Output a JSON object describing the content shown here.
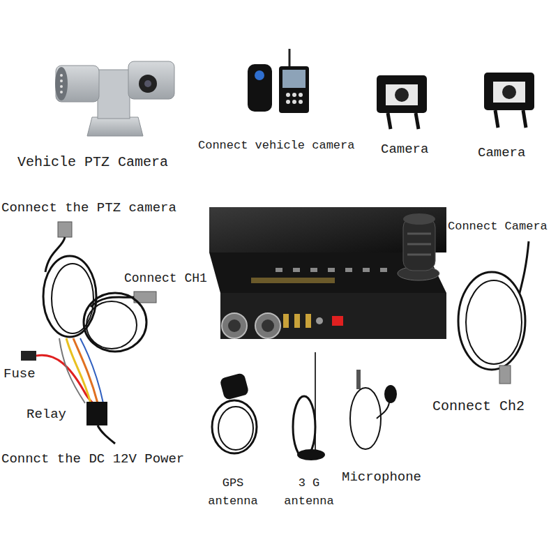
{
  "diagram": {
    "labels": [
      "Vehicle PTZ Camera",
      "Connect vehicle camera",
      "Camera",
      "Camera",
      "Connect the PTZ camera",
      "Connect CH1",
      "Connect Camera",
      "Fuse",
      "Relay",
      "Connct the DC 12V Power",
      "Connect Ch2",
      "GPS antenna",
      "3 G antenna",
      "Microphone"
    ]
  }
}
